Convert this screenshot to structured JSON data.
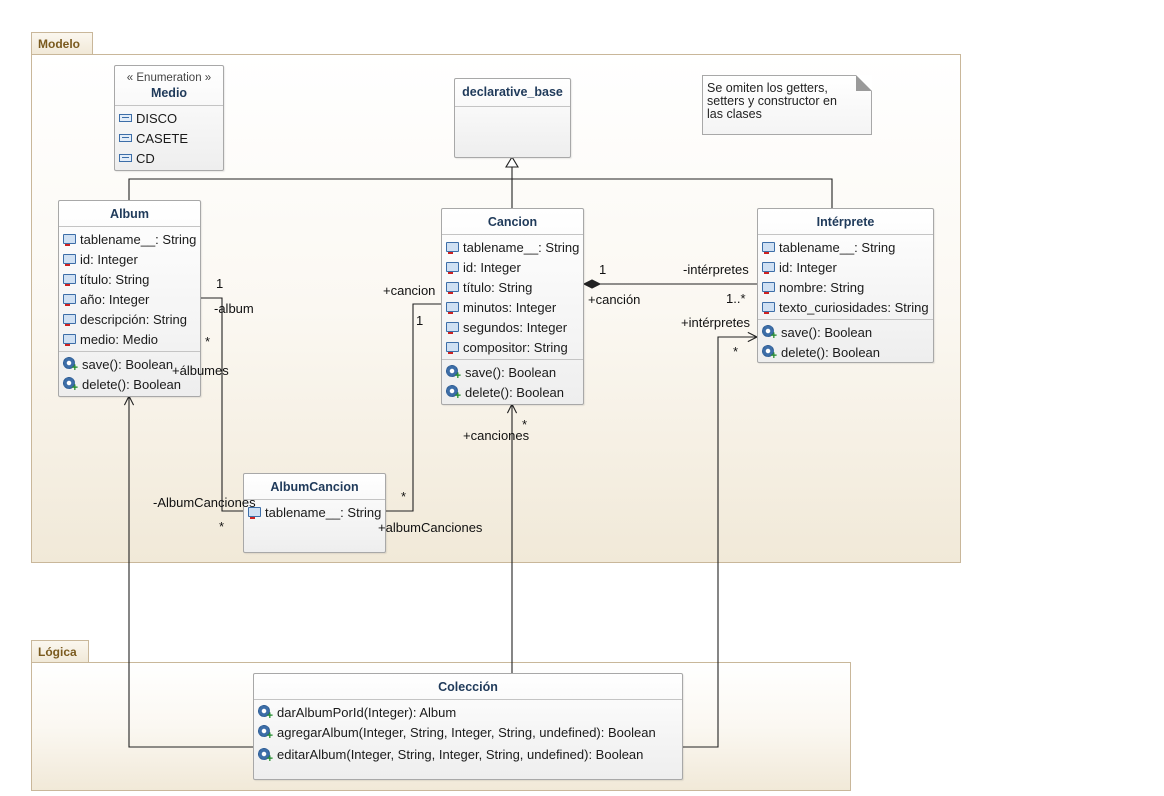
{
  "packages": {
    "modelo": {
      "label": "Modelo"
    },
    "logica": {
      "label": "Lógica"
    }
  },
  "note": {
    "lines": [
      "Se omiten los getters,",
      "setters y constructor en",
      "las clases"
    ]
  },
  "medio": {
    "stereotype": "« Enumeration »",
    "name": "Medio",
    "literals": [
      "DISCO",
      "CASETE",
      "CD"
    ]
  },
  "base": {
    "name": "declarative_base"
  },
  "album": {
    "name": "Album",
    "attributes": [
      "tablename__: String",
      "id: Integer",
      "título: String",
      "año: Integer",
      "descripción: String",
      "medio: Medio"
    ],
    "operations": [
      "save(): Boolean",
      "delete(): Boolean"
    ]
  },
  "cancion": {
    "name": "Cancion",
    "attributes": [
      "tablename__: String",
      "id: Integer",
      "título: String",
      "minutos: Integer",
      "segundos: Integer",
      "compositor: String"
    ],
    "operations": [
      "save(): Boolean",
      "delete(): Boolean"
    ]
  },
  "interprete": {
    "name": "Intérprete",
    "attributes": [
      "tablename__: String",
      "id: Integer",
      "nombre: String",
      "texto_curiosidades: String"
    ],
    "operations": [
      "save(): Boolean",
      "delete(): Boolean"
    ]
  },
  "albumcancion": {
    "name": "AlbumCancion",
    "attributes": [
      "tablename__: String"
    ]
  },
  "coleccion": {
    "name": "Colección",
    "operations": [
      "darAlbumPorId(Integer): Album",
      "agregarAlbum(Integer, String, Integer, String, undefined): Boolean",
      "editarAlbum(Integer, String, Integer, String, undefined): Boolean"
    ]
  },
  "labels": {
    "album_one": "1",
    "album_role": "-album",
    "album_many": "*",
    "albumes_role": "+álbumes",
    "cancion_role": "+cancion",
    "cancion_one": "1",
    "ac_many_left": "*",
    "ac_role_left": "-AlbumCanciones",
    "ac_many_right": "*",
    "ac_role_right": "+albumCanciones",
    "comp_one": "1",
    "comp_role_cancion": "+canción",
    "comp_role_interpretes": "-intérpretes",
    "comp_many": "1..*",
    "interpretes_role": "+intérpretes",
    "interpretes_many": "*",
    "canciones_many": "*",
    "canciones_role": "+canciones"
  }
}
